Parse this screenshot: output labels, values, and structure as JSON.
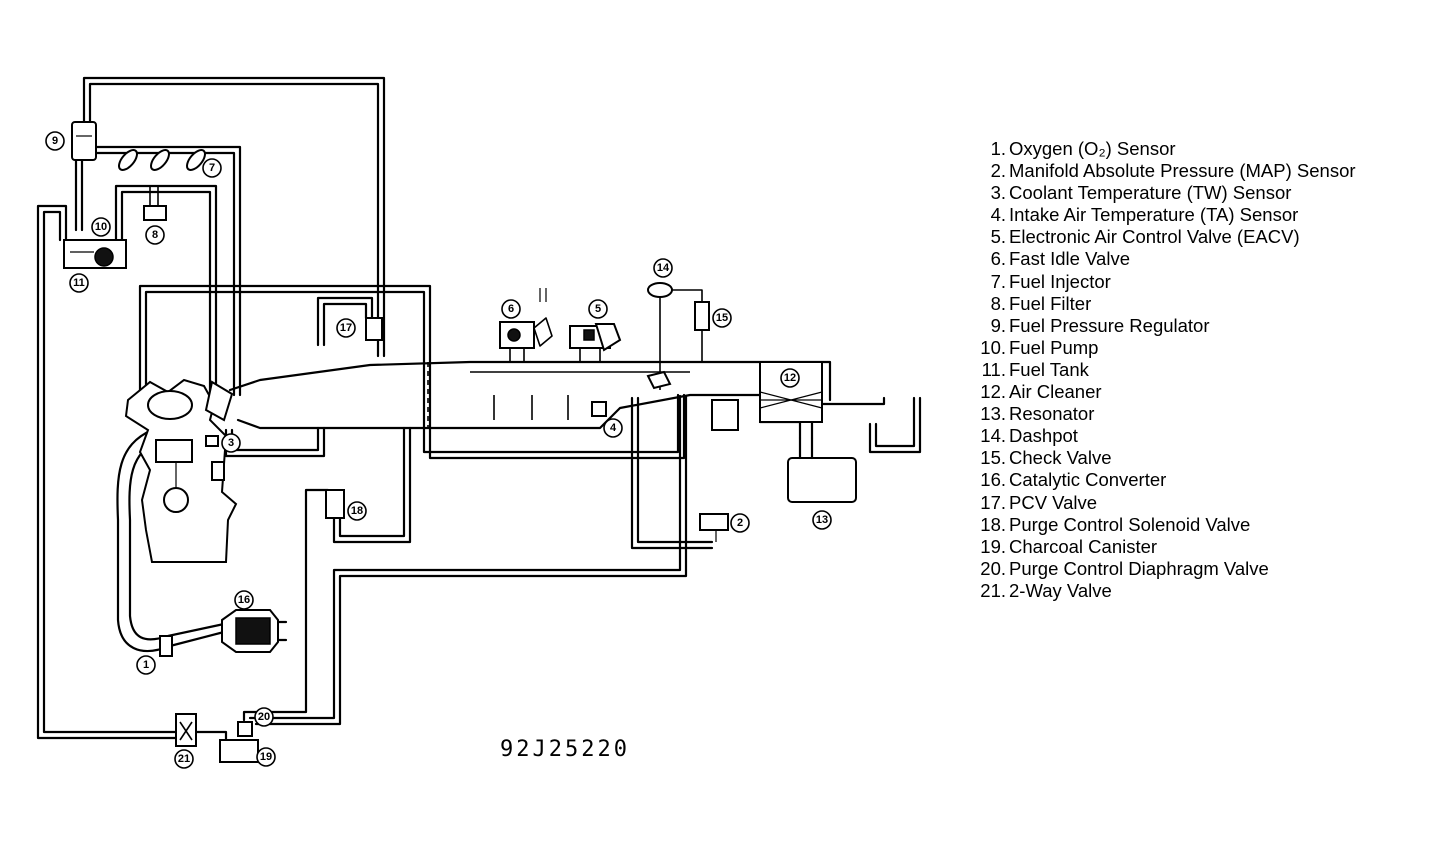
{
  "legend": [
    {
      "num": "1.",
      "label": "Oxygen (O₂) Sensor"
    },
    {
      "num": "2.",
      "label": "Manifold Absolute Pressure (MAP) Sensor"
    },
    {
      "num": "3.",
      "label": "Coolant Temperature (TW) Sensor"
    },
    {
      "num": "4.",
      "label": "Intake Air Temperature (TA) Sensor"
    },
    {
      "num": "5.",
      "label": "Electronic Air Control Valve (EACV)"
    },
    {
      "num": "6.",
      "label": "Fast Idle Valve"
    },
    {
      "num": "7.",
      "label": "Fuel Injector"
    },
    {
      "num": "8.",
      "label": "Fuel Filter"
    },
    {
      "num": "9.",
      "label": "Fuel Pressure Regulator"
    },
    {
      "num": "10.",
      "label": "Fuel Pump"
    },
    {
      "num": "11.",
      "label": "Fuel Tank"
    },
    {
      "num": "12.",
      "label": "Air Cleaner"
    },
    {
      "num": "13.",
      "label": "Resonator"
    },
    {
      "num": "14.",
      "label": "Dashpot"
    },
    {
      "num": "15.",
      "label": "Check Valve"
    },
    {
      "num": "16.",
      "label": "Catalytic Converter"
    },
    {
      "num": "17.",
      "label": "PCV Valve"
    },
    {
      "num": "18.",
      "label": "Purge Control Solenoid Valve"
    },
    {
      "num": "19.",
      "label": "Charcoal Canister"
    },
    {
      "num": "20.",
      "label": "Purge Control Diaphragm Valve"
    },
    {
      "num": "21.",
      "label": "2-Way Valve"
    }
  ],
  "callouts": {
    "c1": "1",
    "c2": "2",
    "c3": "3",
    "c4": "4",
    "c5": "5",
    "c6": "6",
    "c7": "7",
    "c8": "8",
    "c9": "9",
    "c10": "10",
    "c11": "11",
    "c12": "12",
    "c13": "13",
    "c14": "14",
    "c15": "15",
    "c16": "16",
    "c17": "17",
    "c18": "18",
    "c19": "19",
    "c20": "20",
    "c21": "21"
  },
  "figure_code": "92J25220"
}
